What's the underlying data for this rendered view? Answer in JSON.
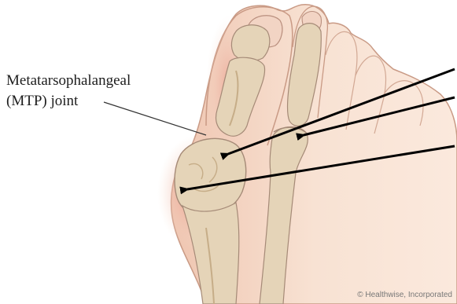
{
  "label": {
    "line1": "Metatarsophalangeal",
    "line2": "(MTP) joint"
  },
  "credit": "© Healthwise, Incorporated",
  "colors": {
    "skin": "#f6dccb",
    "skin_shadow": "#e9b9a2",
    "inflamed": "#e88f80",
    "bone": "#e5d4b8",
    "bone_shade": "#c6ad88",
    "outline": "#a58a77",
    "arrow": "#000000"
  },
  "icons": {
    "arrowhead": "arrowhead-icon"
  }
}
